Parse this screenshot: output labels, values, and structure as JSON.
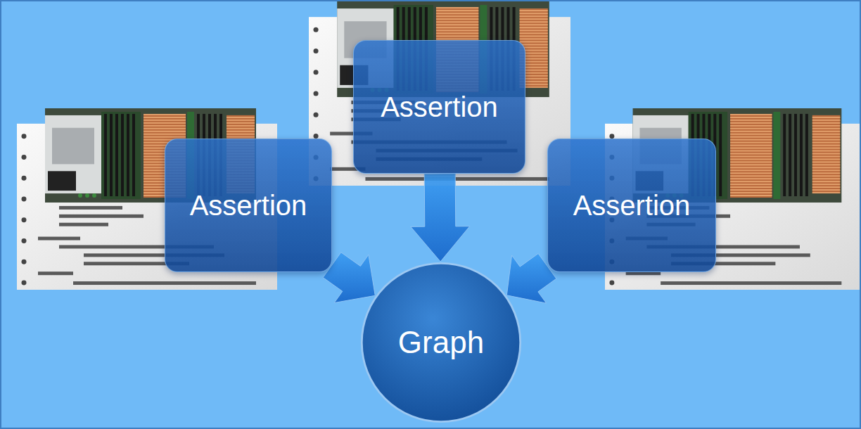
{
  "diagram": {
    "nodes": [
      {
        "text": [
          "Assertion"
        ]
      },
      {
        "text": [
          "Assertion"
        ]
      },
      {
        "text": [
          "Assertion"
        ]
      },
      {
        "text": [
          "Graph"
        ]
      }
    ],
    "edges": [
      {
        "from": 0,
        "to": 3,
        "arrow": "to"
      },
      {
        "from": 1,
        "to": 3,
        "arrow": "to"
      },
      {
        "from": 2,
        "to": 3,
        "arrow": "to"
      }
    ]
  }
}
